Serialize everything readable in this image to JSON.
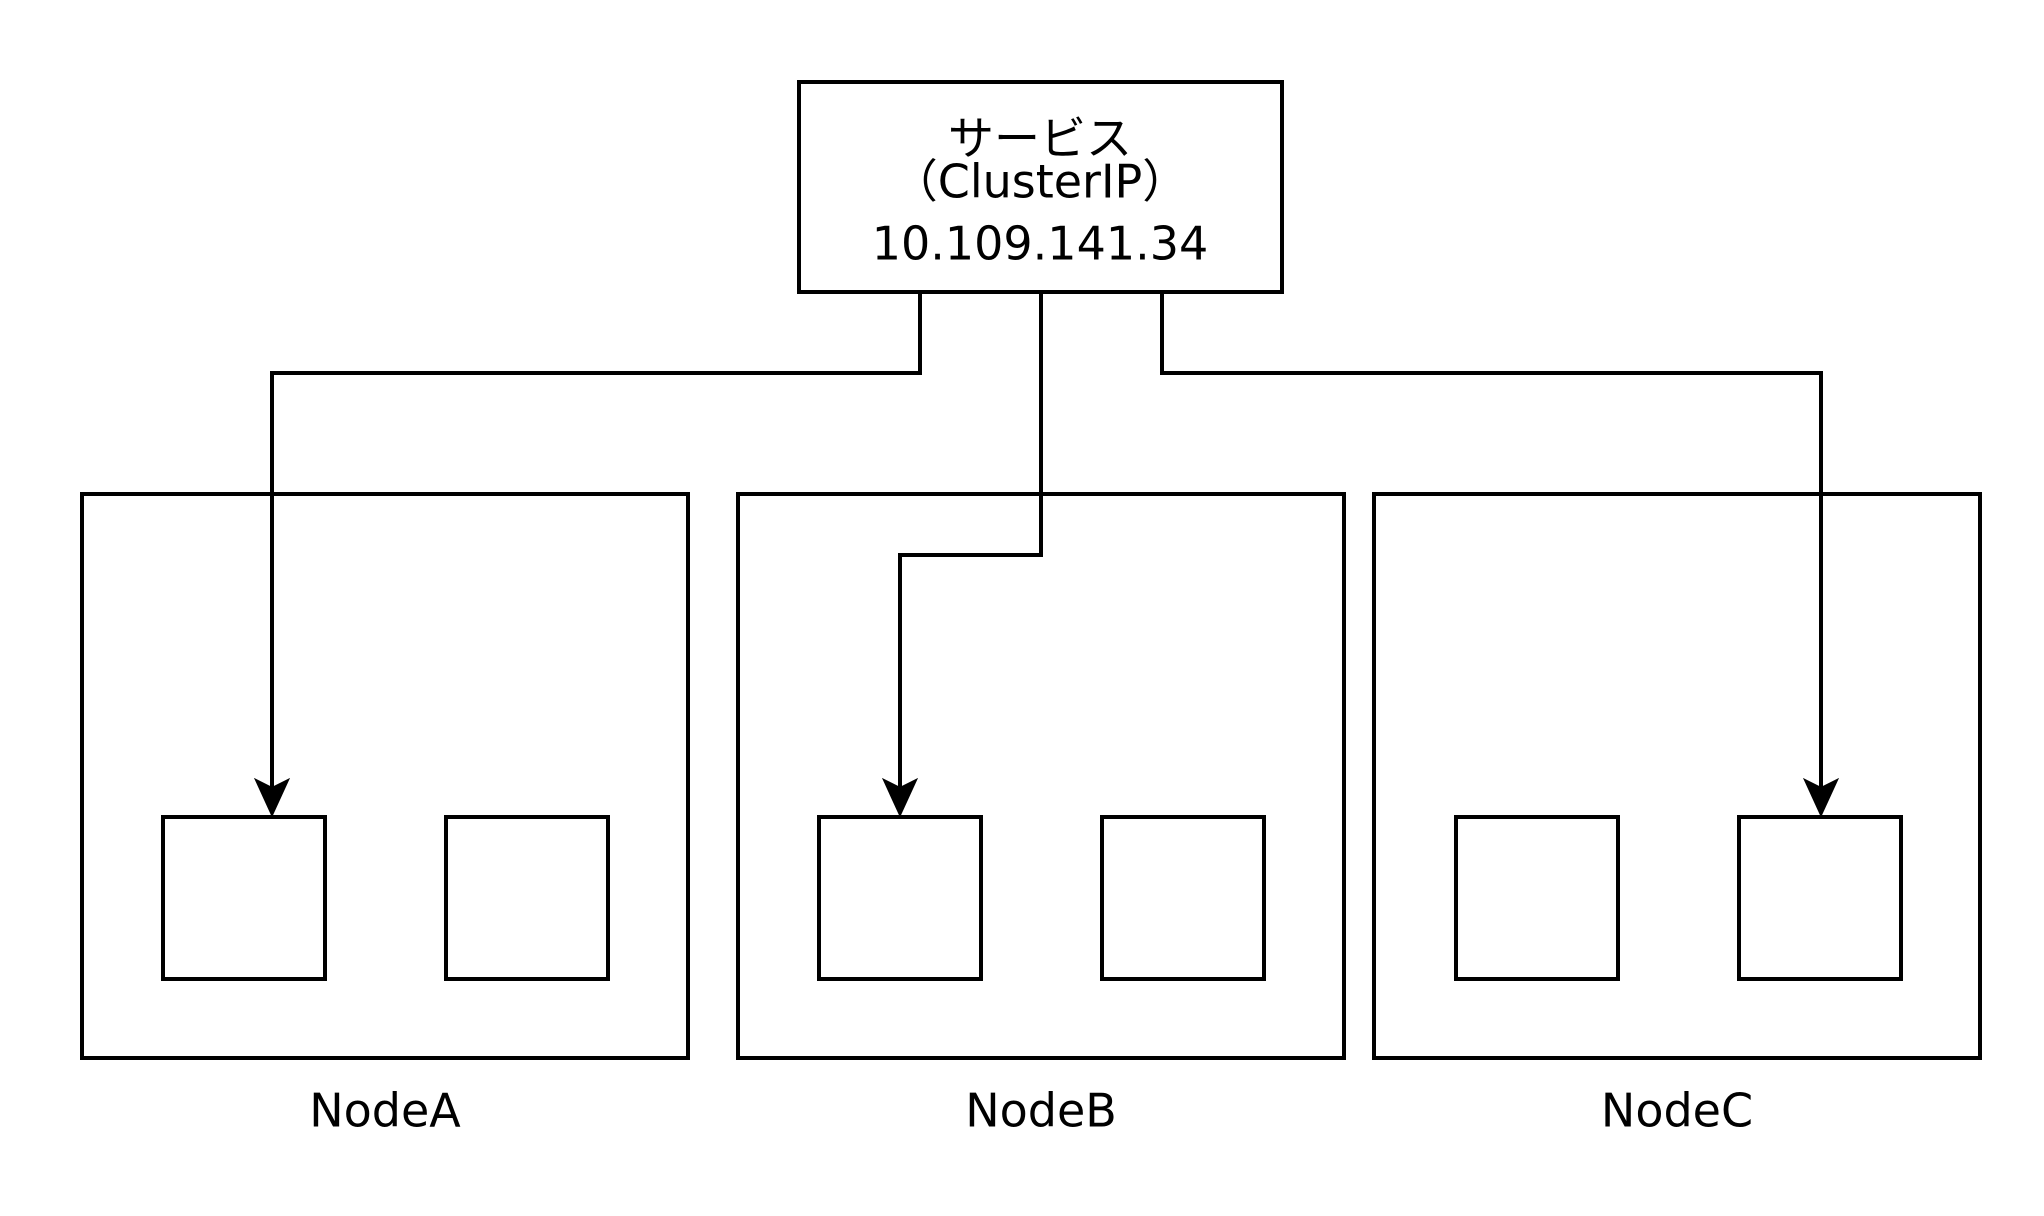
{
  "service": {
    "title": "サービス",
    "type": "（ClusterIP）",
    "ip": "10.109.141.34"
  },
  "nodes": [
    {
      "label": "NodeA"
    },
    {
      "label": "NodeB"
    },
    {
      "label": "NodeC"
    }
  ],
  "colors": {
    "stroke": "#000000",
    "background": "#ffffff"
  }
}
